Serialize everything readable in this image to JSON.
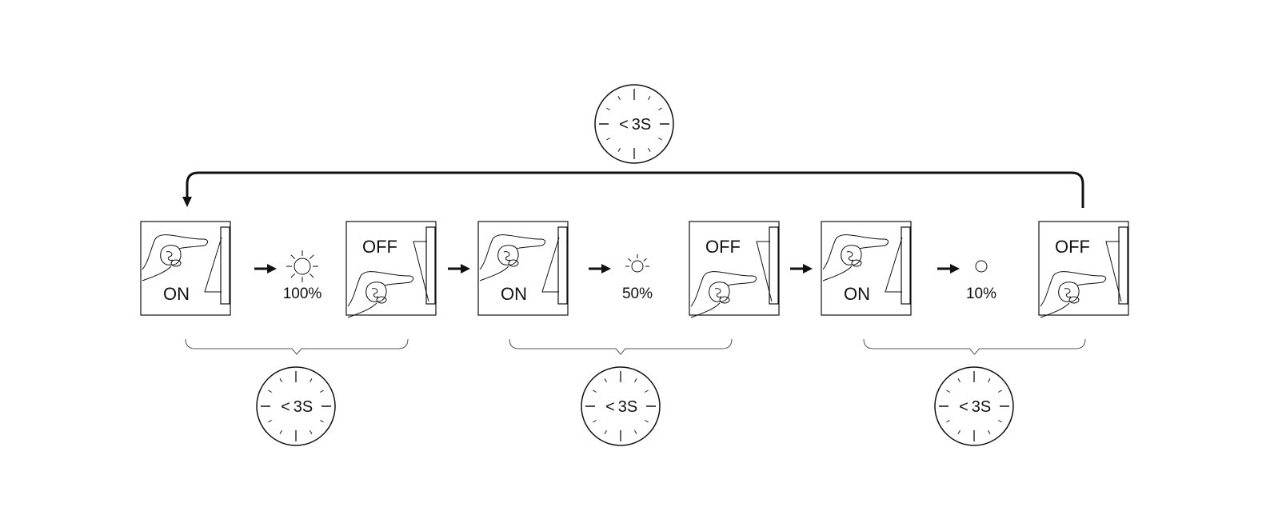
{
  "steps": [
    {
      "on_label": "ON",
      "brightness": "100%",
      "off_label": "OFF",
      "rays": "full"
    },
    {
      "on_label": "ON",
      "brightness": "50%",
      "off_label": "OFF",
      "rays": "half"
    },
    {
      "on_label": "ON",
      "brightness": "10%",
      "off_label": "OFF",
      "rays": "none"
    }
  ],
  "timers": [
    {
      "label": "3S",
      "symbol": "<"
    },
    {
      "label": "3S",
      "symbol": "<"
    },
    {
      "label": "3S",
      "symbol": "<"
    }
  ],
  "loop_timer": {
    "label": "3S",
    "symbol": "<"
  },
  "colors": {
    "stroke": "#111111"
  }
}
